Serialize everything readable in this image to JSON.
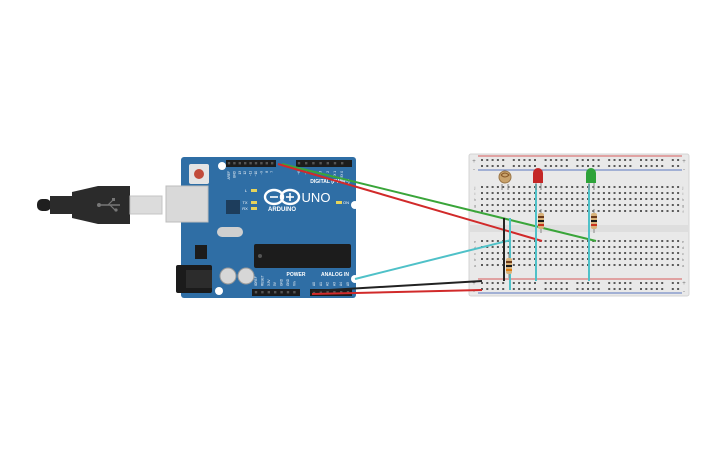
{
  "canvas": {
    "background": "#ffffff"
  },
  "arduino": {
    "brand": "ARDUINO",
    "model": "UNO",
    "digital_label": "DIGITAL (PWM~)",
    "power_label": "POWER",
    "analog_label": "ANALOG IN",
    "board_color": "#2f6ea5",
    "led_labels": [
      "L",
      "TX",
      "RX"
    ],
    "on_label": "ON",
    "digital_pins": [
      "AREF",
      "GND",
      "13",
      "12",
      "~11",
      "~10",
      "~9",
      "8",
      "7",
      "~6",
      "~5",
      "4",
      "~3",
      "2",
      "TX 1",
      "RX 0"
    ],
    "power_pins": [
      "IOREF",
      "RESET",
      "3.3V",
      "5V",
      "GND",
      "GND",
      "Vin"
    ],
    "analog_pins": [
      "A0",
      "A1",
      "A2",
      "A3",
      "A4",
      "A5"
    ]
  },
  "usb": {
    "icon": "usb-plug-icon",
    "body_color": "#2b2b2b"
  },
  "breadboard": {
    "body_color": "#e9e9e9",
    "row_labels_top": [
      "j",
      "i",
      "h",
      "g",
      "f"
    ],
    "row_labels_bottom": [
      "e",
      "d",
      "c",
      "b",
      "a"
    ],
    "rail_plus": "+",
    "rail_minus": "-"
  },
  "components": {
    "photoresistor": {
      "icon": "photoresistor-icon",
      "color": "#c9a26b"
    },
    "led_red": {
      "icon": "red-led-icon",
      "color": "#c42727"
    },
    "led_green": {
      "icon": "green-led-icon",
      "color": "#2ea33a"
    },
    "resistors": [
      "resistor-icon",
      "resistor-icon",
      "resistor-icon"
    ]
  },
  "wires": {
    "green": "#3aa53a",
    "red": "#d12a2a",
    "cyan": "#4fc1c8",
    "black": "#222222"
  }
}
